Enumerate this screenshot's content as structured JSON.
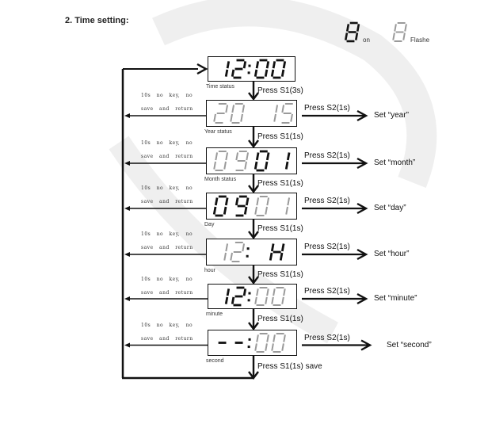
{
  "section_title": "2. Time setting:",
  "legend": {
    "on_label": "on",
    "flash_label": "Flashe"
  },
  "colors": {
    "on": "#111111",
    "flash": "#9a9a9a",
    "line": "#111111"
  },
  "timeout_text": {
    "line1": "10s no key, no",
    "line2": "save and return"
  },
  "states": [
    {
      "id": "time",
      "label": "Time status",
      "display": [
        {
          "c": "1",
          "on": true
        },
        {
          "c": "2",
          "on": true
        },
        {
          "c": ":",
          "on": true
        },
        {
          "c": "0",
          "on": true
        },
        {
          "c": "0",
          "on": true
        }
      ],
      "next_press": "Press S1(3s)",
      "set_press": null,
      "set_label": null
    },
    {
      "id": "year",
      "label": "Year status",
      "display": [
        {
          "c": "2",
          "on": false
        },
        {
          "c": "0",
          "on": false
        },
        {
          "c": " ",
          "on": false
        },
        {
          "c": "1",
          "on": false
        },
        {
          "c": "5",
          "on": false
        }
      ],
      "next_press": "Press S1(1s)",
      "set_press": "Press S2(1s)",
      "set_label": "Set “year”"
    },
    {
      "id": "month",
      "label": "Month status",
      "display": [
        {
          "c": "0",
          "on": false
        },
        {
          "c": "9",
          "on": false
        },
        {
          "c": "0",
          "on": true
        },
        {
          "c": "1",
          "on": true
        }
      ],
      "next_press": "Press S1(1s)",
      "set_press": "Press S2(1s)",
      "set_label": "Set “month”"
    },
    {
      "id": "day",
      "label": "Day",
      "display": [
        {
          "c": "0",
          "on": true
        },
        {
          "c": "9",
          "on": true
        },
        {
          "c": "0",
          "on": false
        },
        {
          "c": "1",
          "on": false
        }
      ],
      "next_press": "Press S1(1s)",
      "set_press": "Press S2(1s)",
      "set_label": "Set “day”"
    },
    {
      "id": "hour",
      "label": "hour",
      "display": [
        {
          "c": "1",
          "on": false
        },
        {
          "c": "2",
          "on": false
        },
        {
          "c": ":",
          "on": true
        },
        {
          "c": " ",
          "on": true
        },
        {
          "c": "H",
          "on": true
        }
      ],
      "next_press": "Press S1(1s)",
      "set_press": "Press S2(1s)",
      "set_label": "Set “hour”"
    },
    {
      "id": "minute",
      "label": "minute",
      "display": [
        {
          "c": "1",
          "on": true
        },
        {
          "c": "2",
          "on": true
        },
        {
          "c": ":",
          "on": true
        },
        {
          "c": "0",
          "on": false
        },
        {
          "c": "0",
          "on": false
        }
      ],
      "next_press": "Press S1(1s)",
      "set_press": "Press S2(1s)",
      "set_label": "Set “minute”"
    },
    {
      "id": "second",
      "label": "second",
      "display": [
        {
          "c": "-",
          "on": true
        },
        {
          "c": "-",
          "on": true
        },
        {
          "c": ":",
          "on": true
        },
        {
          "c": "0",
          "on": false
        },
        {
          "c": "0",
          "on": false
        }
      ],
      "next_press": "Press S1(1s) save",
      "set_press": "Press S2(1s)",
      "set_label": "Set “second”"
    }
  ]
}
